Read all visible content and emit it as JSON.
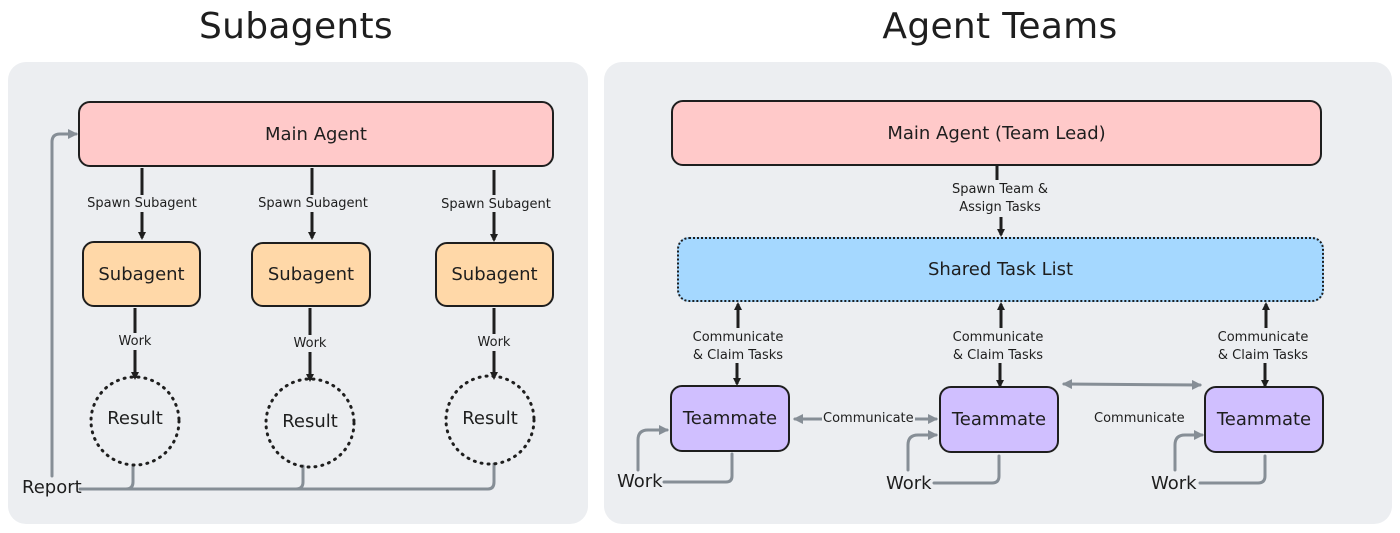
{
  "left": {
    "title": "Subagents",
    "main_agent": "Main Agent",
    "spawn_label": "Spawn Subagent",
    "subagent_label": "Subagent",
    "work_label": "Work",
    "result_label": "Result",
    "report_label": "Report",
    "colors": {
      "main": "#ffc9c9",
      "subagent": "#ffd8a8"
    }
  },
  "right": {
    "title": "Agent Teams",
    "main_agent": "Main Agent (Team Lead)",
    "spawn_label_line1": "Spawn Team &",
    "spawn_label_line2": "Assign Tasks",
    "task_list": "Shared Task List",
    "claim_line1": "Communicate",
    "claim_line2": "& Claim Tasks",
    "teammate_label": "Teammate",
    "communicate_label": "Communicate",
    "work_label": "Work",
    "colors": {
      "main": "#ffc9c9",
      "task_list": "#a5d8ff",
      "teammate": "#d0bfff"
    }
  }
}
